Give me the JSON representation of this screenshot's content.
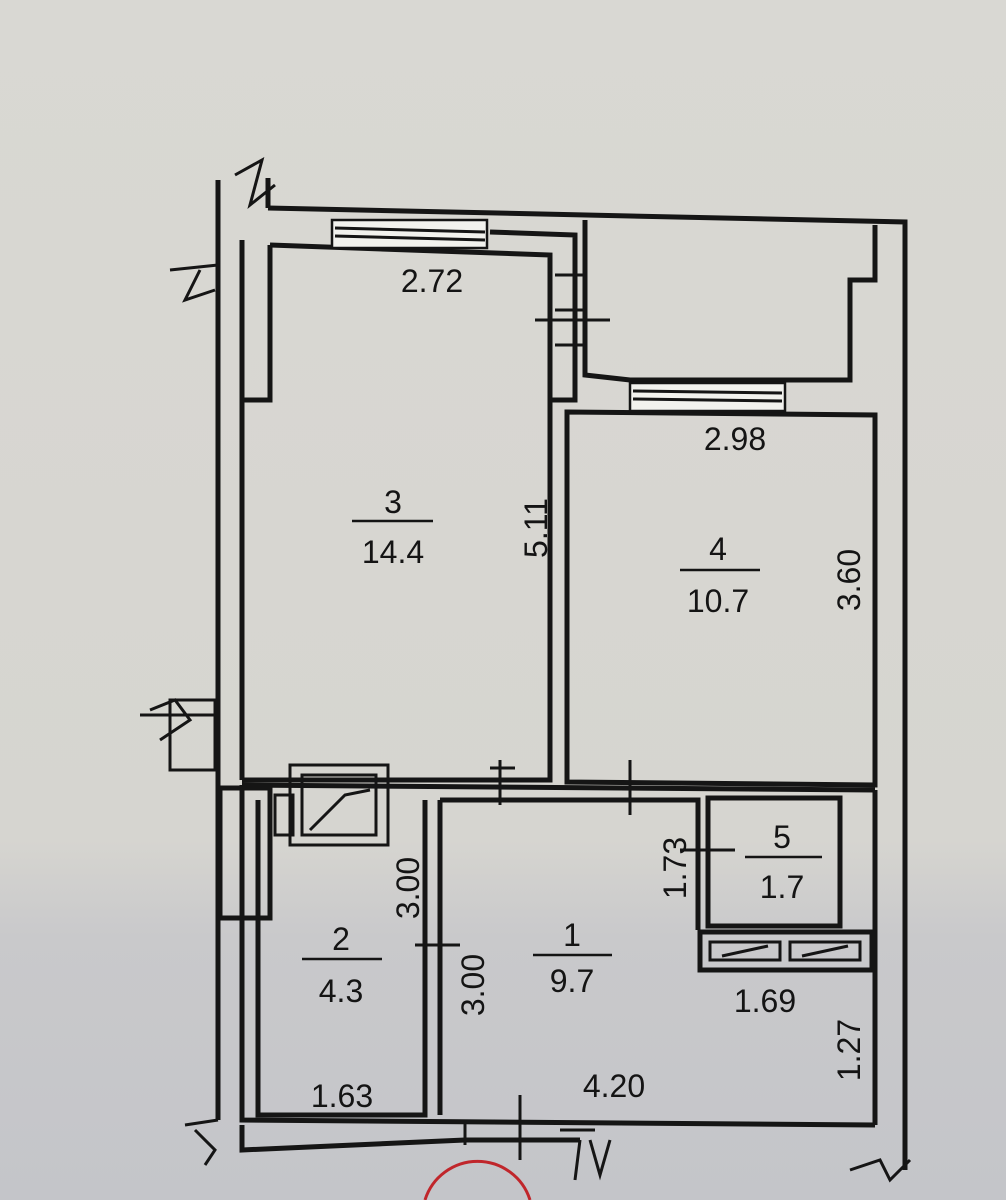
{
  "rooms": [
    {
      "number": "1",
      "area": "9.7"
    },
    {
      "number": "2",
      "area": "4.3"
    },
    {
      "number": "3",
      "area": "14.4"
    },
    {
      "number": "4",
      "area": "10.7"
    },
    {
      "number": "5",
      "area": "1.7"
    }
  ],
  "dimensions": {
    "room3_width": "2.72",
    "room3_length": "5.11",
    "room4_width": "2.98",
    "room4_length": "3.60",
    "room2_width": "1.63",
    "room2_length": "3.00",
    "room1_length": "3.00",
    "room1_width": "4.20",
    "room5_length": "1.73",
    "closet_width": "1.69",
    "closet_length": "1.27"
  }
}
